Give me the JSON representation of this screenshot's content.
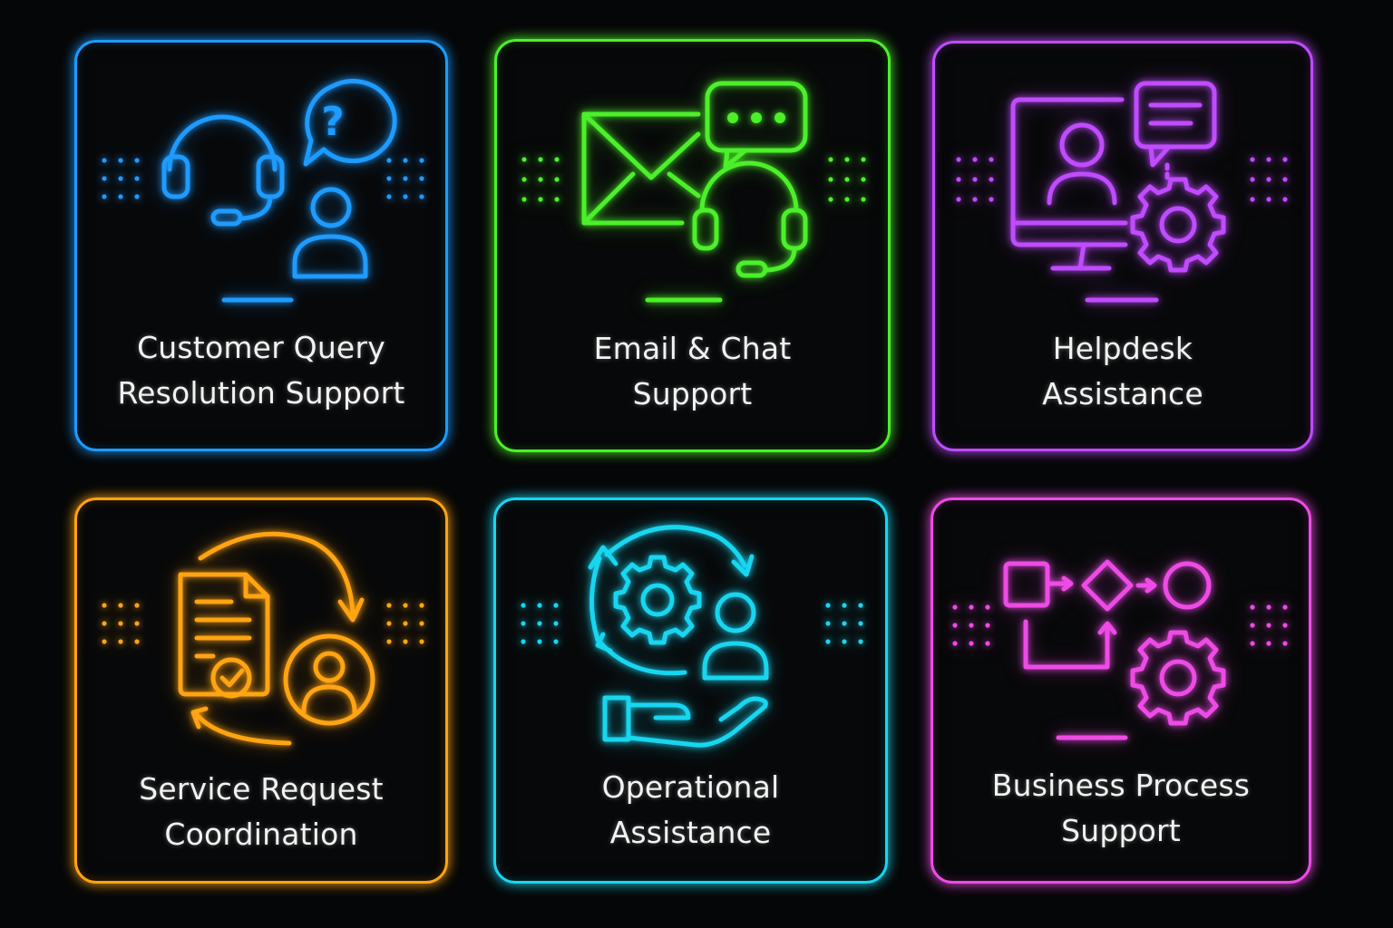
{
  "colors": {
    "blue": "#1e9bff",
    "green": "#4cf02a",
    "purple": "#c04bff",
    "orange": "#ffa412",
    "cyan": "#18d6f0",
    "magenta": "#ee4be6"
  },
  "cards": [
    {
      "id": "customer-query",
      "color": "#1e9bff",
      "icons": [
        "headset-icon",
        "question-bubble-icon",
        "user-icon"
      ],
      "title_lines": [
        "Customer Query",
        "Resolution Support"
      ],
      "bubble_text": "?"
    },
    {
      "id": "email-chat",
      "color": "#4cf02a",
      "icons": [
        "envelope-icon",
        "chat-bubble-icon",
        "headset-icon"
      ],
      "title_lines": [
        "Email & Chat",
        "Support"
      ]
    },
    {
      "id": "helpdesk",
      "color": "#c04bff",
      "icons": [
        "monitor-user-icon",
        "message-bubble-icon",
        "gear-icon"
      ],
      "title_lines": [
        "Helpdesk",
        "Assistance"
      ]
    },
    {
      "id": "service-request",
      "color": "#ffa412",
      "icons": [
        "document-check-icon",
        "circular-arrows-icon",
        "user-circle-icon"
      ],
      "title_lines": [
        "Service Request",
        "Coordination"
      ]
    },
    {
      "id": "operational",
      "color": "#18d6f0",
      "icons": [
        "gear-icon",
        "cycle-arrows-icon",
        "user-icon",
        "helping-hand-icon"
      ],
      "title_lines": [
        "Operational",
        "Assistance"
      ]
    },
    {
      "id": "business-process",
      "color": "#ee4be6",
      "icons": [
        "flowchart-icon",
        "gear-icon"
      ],
      "title_lines": [
        "Business Process",
        "Support"
      ]
    }
  ]
}
